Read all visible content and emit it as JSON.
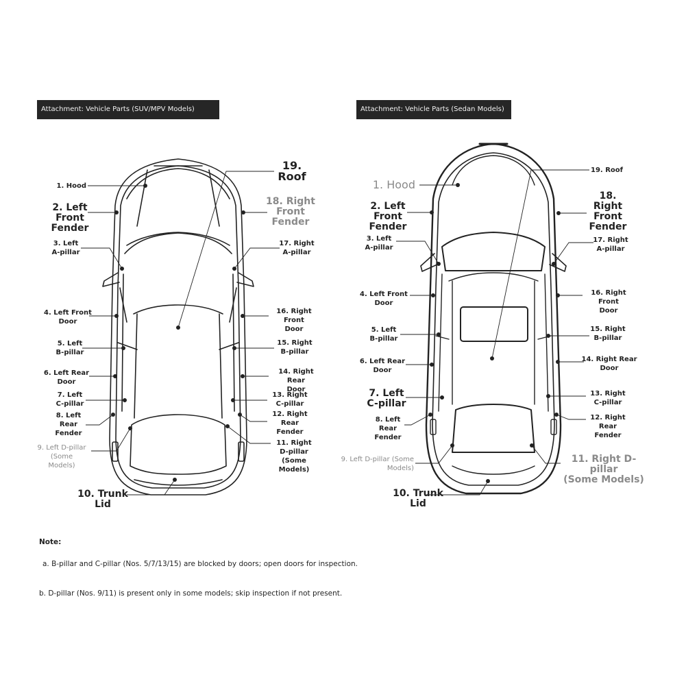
{
  "headers": {
    "suv": "Attachment: Vehicle Parts (SUV/MPV Models)",
    "sedan": "Attachment: Vehicle Parts (Sedan Models)"
  },
  "suv_labels": {
    "hood": "1. Hood",
    "left_front_fender": "2. Left\nFront\nFender",
    "left_a_pillar": "3. Left\nA-pillar",
    "left_front_door": "4. Left Front\nDoor",
    "left_b_pillar": "5. Left\nB-pillar",
    "left_rear_door": "6. Left Rear\nDoor",
    "left_c_pillar": "7. Left\nC-pillar",
    "left_rear_fender": "8. Left\nRear\nFender",
    "left_d_pillar": "9. Left D-pillar\n(Some\nModels)",
    "trunk_lid": "10. Trunk\nLid",
    "right_d_pillar": "11. Right\nD-pillar\n(Some\nModels)",
    "right_rear_fender": "12. Right\nRear\nFender",
    "right_c_pillar": "13. Right\nC-pillar",
    "right_rear_door": "14. Right Rear\nDoor",
    "right_b_pillar": "15. Right\nB-pillar",
    "right_front_door": "16. Right Front\nDoor",
    "right_a_pillar": "17. Right\nA-pillar",
    "right_front_fender": "18. Right\nFront\nFender",
    "roof": "19.\nRoof"
  },
  "sedan_labels": {
    "hood": "1. Hood",
    "left_front_fender": "2. Left\nFront\nFender",
    "left_a_pillar": "3. Left\nA-pillar",
    "left_front_door": "4. Left Front\nDoor",
    "left_b_pillar": "5. Left\nB-pillar",
    "left_rear_door": "6. Left Rear\nDoor",
    "left_c_pillar": "7. Left\nC-pillar",
    "left_rear_fender": "8. Left\nRear\nFender",
    "left_d_pillar": "9. Left D-pillar (Some\nModels)",
    "trunk_lid": "10. Trunk\nLid",
    "right_d_pillar": "11. Right D-pillar\n(Some Models)",
    "right_rear_fender": "12. Right\nRear\nFender",
    "right_c_pillar": "13. Right\nC-pillar",
    "right_rear_door": "14. Right Rear\nDoor",
    "right_b_pillar": "15. Right\nB-pillar",
    "right_front_door": "16. Right Front\nDoor",
    "right_a_pillar": "17. Right\nA-pillar",
    "right_front_fender": "18.\nRight\nFront\nFender",
    "roof": "19. Roof"
  },
  "notes": {
    "title": "Note:",
    "a": "a. B-pillar and C-pillar (Nos. 5/7/13/15) are blocked by doors; open doors for inspection.",
    "b": "b. D-pillar (Nos. 9/11) is present only in some models; skip inspection if not present."
  }
}
